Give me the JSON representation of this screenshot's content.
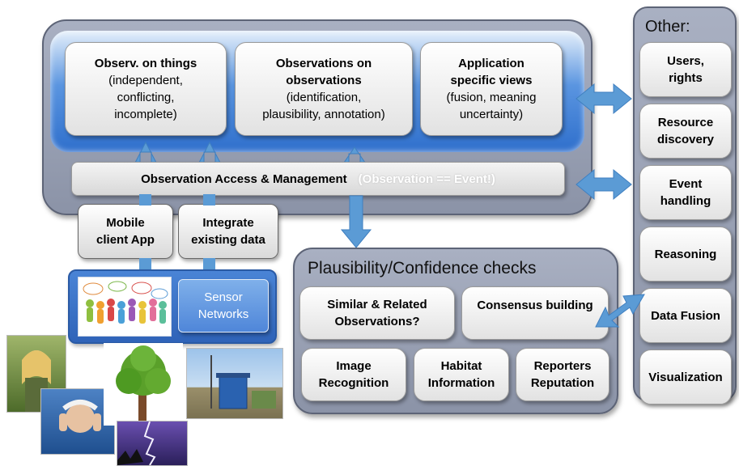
{
  "top": {
    "things": {
      "title": "Observ. on things",
      "text": "(independent,\nconflicting,\nincomplete)"
    },
    "observations": {
      "title": "Observations on\nobservations",
      "text": "(identification,\nplausibility, annotation)"
    },
    "views": {
      "title": "Application\nspecific views",
      "text": "(fusion, meaning\nuncertainty)"
    },
    "access": {
      "label": "Observation Access & Management",
      "note": "(Observation == Event!)"
    }
  },
  "inputs": {
    "mobile": "Mobile\nclient App",
    "integrate": "Integrate\nexisting data",
    "sensor": "Sensor\nNetworks"
  },
  "checks": {
    "title": "Plausibility/Confidence checks",
    "similar": "Similar & Related\nObservations?",
    "consensus": "Consensus building",
    "image": "Image\nRecognition",
    "habitat": "Habitat\nInformation",
    "reputation": "Reporters\nReputation"
  },
  "other": {
    "title": "Other:",
    "items": [
      "Users,\nrights",
      "Resource\ndiscovery",
      "Event\nhandling",
      "Reasoning",
      "Data Fusion",
      "Visualization"
    ]
  },
  "colors": {
    "arrow": "#5b9bd5",
    "panel": "#9aa1b4",
    "blue_band": "#4f86d9"
  }
}
